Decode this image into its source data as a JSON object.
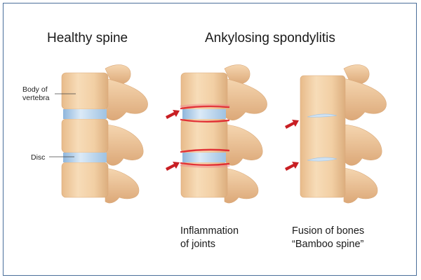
{
  "titles": {
    "healthy": "Healthy spine",
    "as": "Ankylosing spondylitis"
  },
  "labels": {
    "body_line1": "Body of",
    "body_line2": "vertebra",
    "disc": "Disc"
  },
  "captions": {
    "inflammation_line1": "Inflammation",
    "inflammation_line2": "of joints",
    "fusion_line1": "Fusion of bones",
    "fusion_line2": "“Bamboo spine”"
  },
  "colors": {
    "bone": "#f2cfa4",
    "bone_shadow": "#d9a878",
    "disc": "#b9d6ee",
    "inflammation": "#e0202a",
    "arrow": "#c81e23",
    "border": "#4a6f9a"
  }
}
